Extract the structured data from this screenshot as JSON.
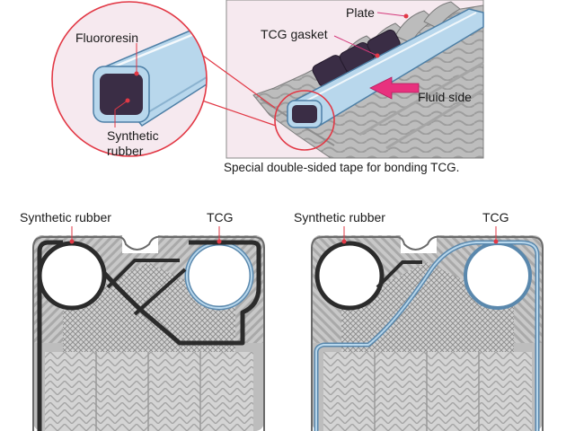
{
  "top_figure": {
    "labels": {
      "fluororesin": "Fluororesin",
      "synthetic_rubber_line1": "Synthetic",
      "synthetic_rubber_line2": "rubber",
      "plate": "Plate",
      "tcg_gasket": "TCG gasket",
      "fluid_side": "Fluid side"
    },
    "caption": "Special double-sided tape for bonding TCG."
  },
  "bottom_left_plate": {
    "label_left": "Synthetic rubber",
    "label_right": "TCG"
  },
  "bottom_right_plate": {
    "label_left": "Synthetic rubber",
    "label_right": "TCG"
  },
  "colors": {
    "panel_bg": "#f6e9ef",
    "callout_circle": "#e23845",
    "gasket_blue": "#b8d7ec",
    "rubber_dark": "#3a2d45",
    "arrow_pink": "#e8317e",
    "plate_gray": "#c9c9c9"
  }
}
